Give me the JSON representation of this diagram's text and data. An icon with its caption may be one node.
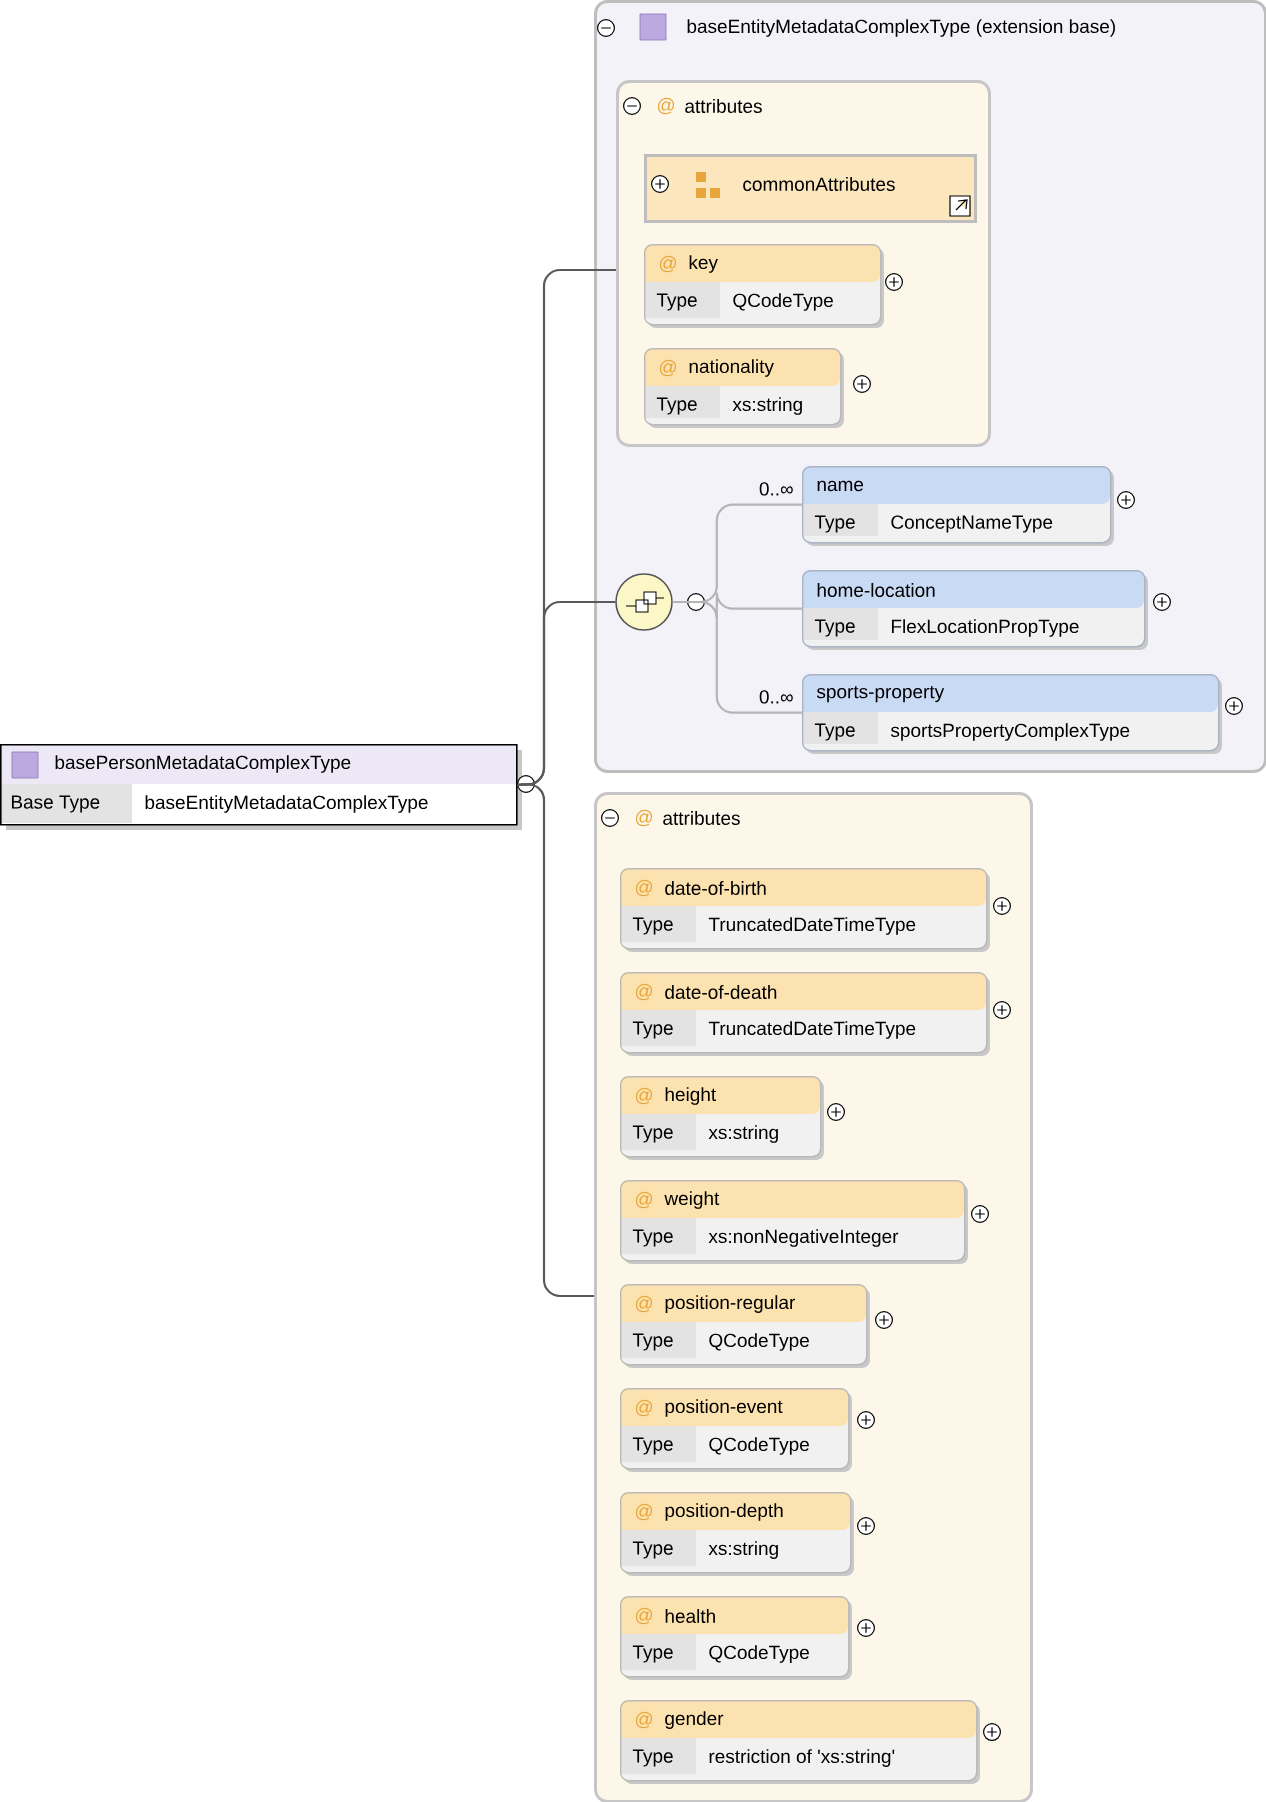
{
  "diagram": {
    "nodes": [
      {
        "text": [
          "basePersonMetadataComplexType",
          "Base Type",
          "baseEntityMetadataComplexType"
        ]
      },
      {
        "text": [
          "baseEntityMetadataComplexType (extension base)"
        ]
      },
      {
        "text": [
          "@",
          "attributes"
        ],
        "in": 1
      },
      {
        "text": [
          "commonAttributes"
        ],
        "in": 2
      },
      {
        "text": [
          "@",
          "key",
          "Type",
          "QCodeType"
        ],
        "in": 2
      },
      {
        "text": [
          "@",
          "nationality",
          "Type",
          "xs:string"
        ],
        "in": 2
      },
      {
        "text": [],
        "shape": "circle",
        "in": 1
      },
      {
        "text": [
          "name",
          "Type",
          "ConceptNameType"
        ],
        "in": 1
      },
      {
        "text": [
          "home-location",
          "Type",
          "FlexLocationPropType"
        ],
        "in": 1
      },
      {
        "text": [
          "sports-property",
          "Type",
          "sportsPropertyComplexType"
        ],
        "in": 1
      },
      {
        "text": [
          "@",
          "attributes"
        ]
      },
      {
        "text": [
          "@",
          "date-of-birth",
          "Type",
          "TruncatedDateTimeType"
        ],
        "in": 10
      },
      {
        "text": [
          "@",
          "date-of-death",
          "Type",
          "TruncatedDateTimeType"
        ],
        "in": 10
      },
      {
        "text": [
          "@",
          "height",
          "Type",
          "xs:string"
        ],
        "in": 10
      },
      {
        "text": [
          "@",
          "weight",
          "Type",
          "xs:nonNegativeInteger"
        ],
        "in": 10
      },
      {
        "text": [
          "@",
          "position-regular",
          "Type",
          "QCodeType"
        ],
        "in": 10
      },
      {
        "text": [
          "@",
          "position-event",
          "Type",
          "QCodeType"
        ],
        "in": 10
      },
      {
        "text": [
          "@",
          "position-depth",
          "Type",
          "xs:string"
        ],
        "in": 10
      },
      {
        "text": [
          "@",
          "health",
          "Type",
          "QCodeType"
        ],
        "in": 10
      },
      {
        "text": [
          "@",
          "gender",
          "Type",
          "restriction of 'xs:string'"
        ],
        "in": 10
      }
    ],
    "edges": [
      {
        "from": 0,
        "to": 2,
        "arrow": "none"
      },
      {
        "from": 0,
        "to": 6,
        "arrow": "none"
      },
      {
        "from": 0,
        "to": 10,
        "arrow": "none"
      },
      {
        "from": 6,
        "to": 7,
        "arrow": "none",
        "label": "0..∞",
        "color": "#b5b5b5"
      },
      {
        "from": 6,
        "to": 8,
        "arrow": "none",
        "color": "#b5b5b5"
      },
      {
        "from": 6,
        "to": 9,
        "arrow": "none",
        "label": "0..∞",
        "color": "#b5b5b5"
      }
    ]
  }
}
